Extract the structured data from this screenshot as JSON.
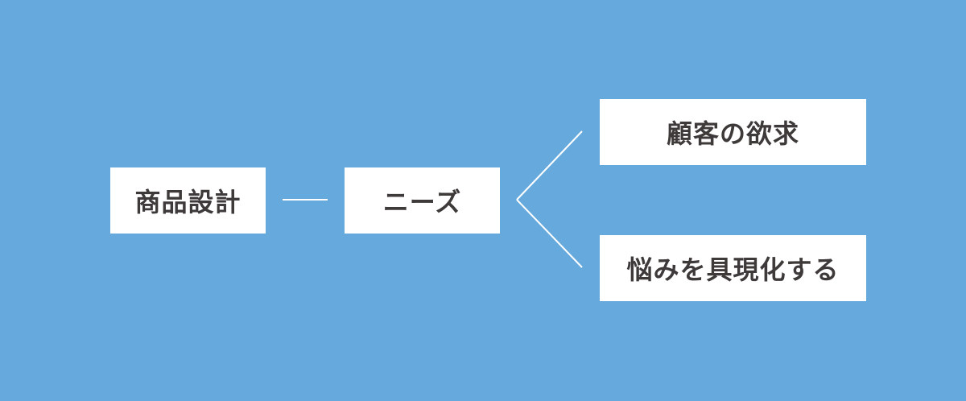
{
  "colors": {
    "background": "#66a9dd",
    "box": "#ffffff",
    "text": "#3e3a39",
    "line": "#ffffff"
  },
  "nodes": {
    "product_design": "商品設計",
    "needs": "ニーズ",
    "customer_desire": "顧客の欲求",
    "embody_worries": "悩みを具現化する"
  }
}
